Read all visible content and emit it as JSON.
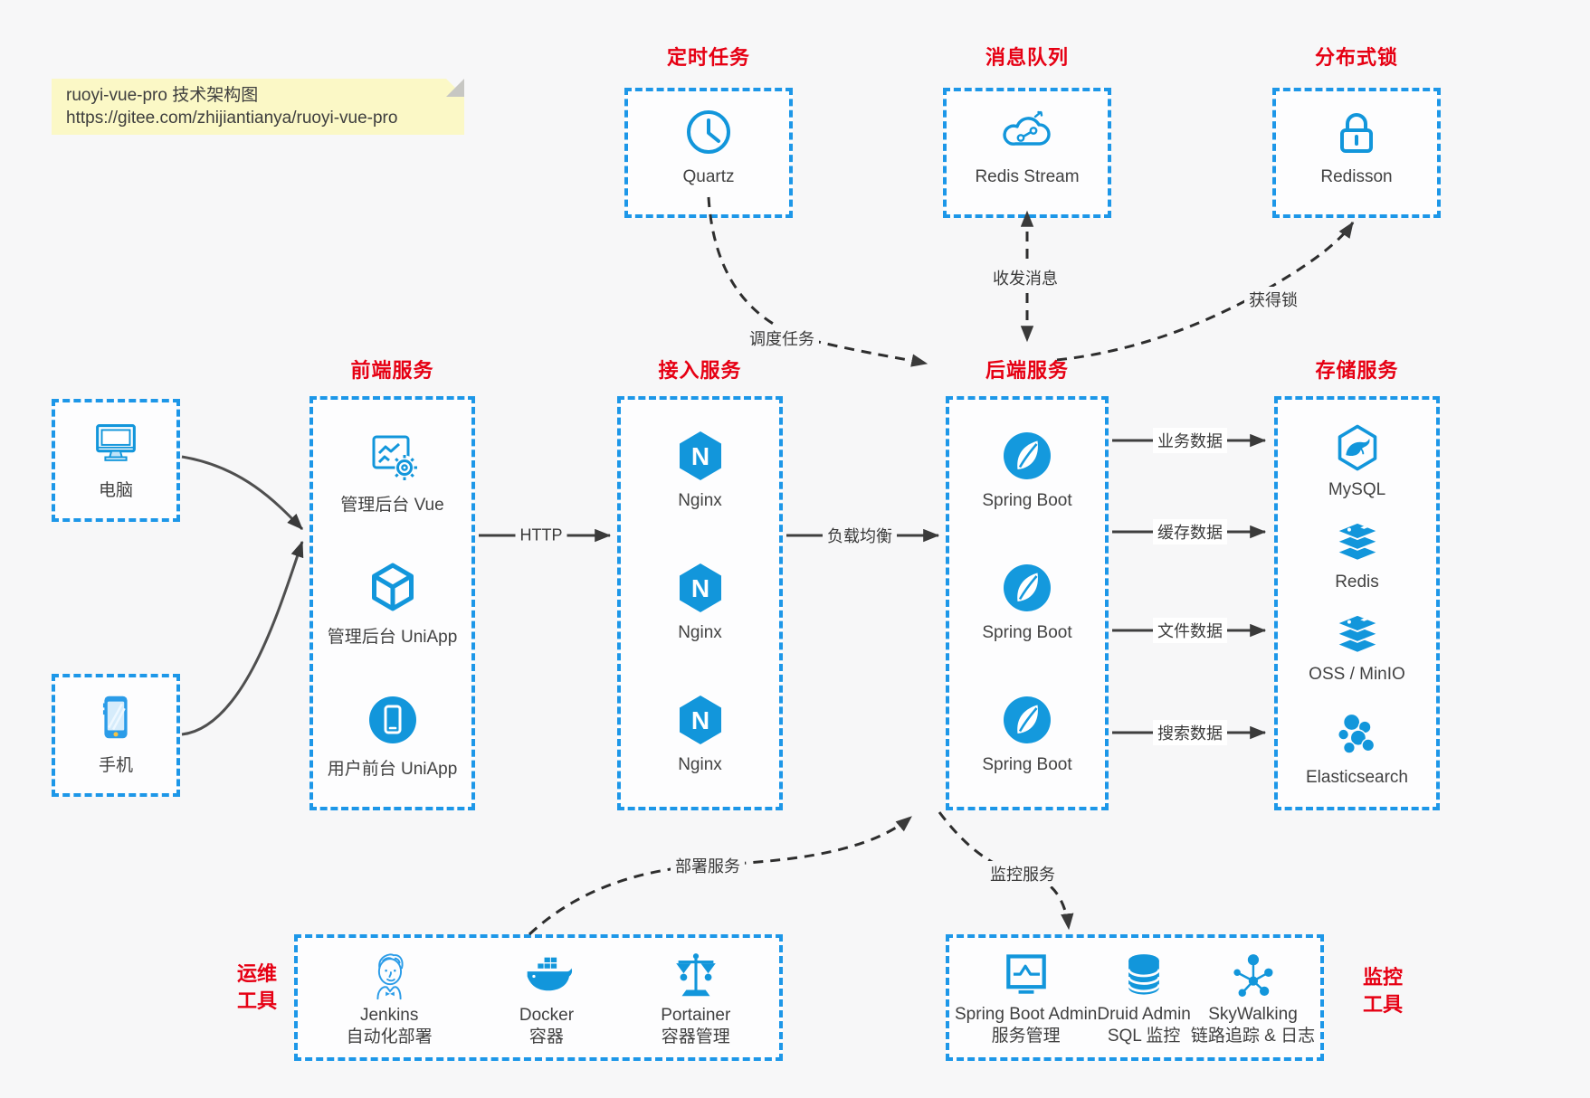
{
  "note": {
    "line1": "ruoyi-vue-pro 技术架构图",
    "line2": "https://gitee.com/zhijiantianya/ruoyi-vue-pro"
  },
  "colors": {
    "accent_blue": "#1296db",
    "dashed_border_blue": "#1d97e8",
    "title_red": "#e60013",
    "note_yellow": "#fbf8c6",
    "arrow_dark": "#3f3f3f"
  },
  "top_groups": [
    {
      "title": "定时任务",
      "icon": "clock-icon",
      "label": "Quartz"
    },
    {
      "title": "消息队列",
      "icon": "cloud-network-icon",
      "label": "Redis Stream"
    },
    {
      "title": "分布式锁",
      "icon": "lock-icon",
      "label": "Redisson"
    }
  ],
  "clients": [
    {
      "icon": "desktop-icon",
      "label": "电脑"
    },
    {
      "icon": "smartphone-icon",
      "label": "手机"
    }
  ],
  "columns": [
    {
      "title": "前端服务",
      "items": [
        {
          "icon": "admin-vue-icon",
          "label": "管理后台 Vue"
        },
        {
          "icon": "uniapp-cube-icon",
          "label": "管理后台 UniApp"
        },
        {
          "icon": "user-app-icon",
          "label": "用户前台 UniApp"
        }
      ]
    },
    {
      "title": "接入服务",
      "items": [
        {
          "icon": "nginx-icon",
          "label": "Nginx"
        },
        {
          "icon": "nginx-icon",
          "label": "Nginx"
        },
        {
          "icon": "nginx-icon",
          "label": "Nginx"
        }
      ]
    },
    {
      "title": "后端服务",
      "items": [
        {
          "icon": "spring-boot-icon",
          "label": "Spring Boot"
        },
        {
          "icon": "spring-boot-icon",
          "label": "Spring Boot"
        },
        {
          "icon": "spring-boot-icon",
          "label": "Spring Boot"
        }
      ]
    },
    {
      "title": "存储服务",
      "items": [
        {
          "icon": "mysql-icon",
          "label": "MySQL"
        },
        {
          "icon": "redis-icon",
          "label": "Redis"
        },
        {
          "icon": "oss-minio-icon",
          "label": "OSS / MinIO"
        },
        {
          "icon": "elasticsearch-icon",
          "label": "Elasticsearch"
        }
      ]
    }
  ],
  "edges": {
    "http": "HTTP",
    "load_balance": "负载均衡",
    "schedule": "调度任务",
    "send_receive": "收发消息",
    "acquire_lock": "获得锁",
    "business_data": "业务数据",
    "cache_data": "缓存数据",
    "file_data": "文件数据",
    "search_data": "搜索数据",
    "deploy": "部署服务",
    "monitor": "监控服务"
  },
  "bottom_groups": [
    {
      "side_label": [
        "运维",
        "工具"
      ],
      "items": [
        {
          "icon": "jenkins-icon",
          "label": "Jenkins",
          "sublabel": "自动化部署"
        },
        {
          "icon": "docker-icon",
          "label": "Docker",
          "sublabel": "容器"
        },
        {
          "icon": "portainer-icon",
          "label": "Portainer",
          "sublabel": "容器管理"
        }
      ]
    },
    {
      "side_label": [
        "监控",
        "工具"
      ],
      "items": [
        {
          "icon": "spring-boot-admin-icon",
          "label": "Spring Boot Admin",
          "sublabel": "服务管理"
        },
        {
          "icon": "druid-icon",
          "label": "Druid Admin",
          "sublabel": "SQL 监控"
        },
        {
          "icon": "skywalking-icon",
          "label": "SkyWalking",
          "sublabel": "链路追踪 & 日志"
        }
      ]
    }
  ]
}
